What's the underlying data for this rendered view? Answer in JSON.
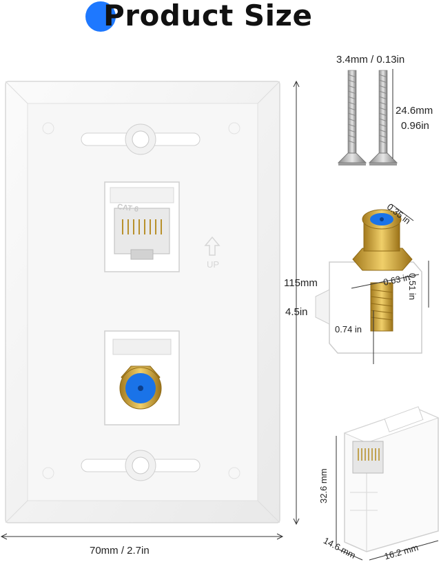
{
  "title": "Product Size",
  "colors": {
    "accent": "#1e78ff",
    "plate": "#f4f4f4",
    "gold": "#c9a13a",
    "coax_center": "#1a73e8"
  },
  "wall_plate": {
    "width_label": "70mm / 2.7in",
    "height_label_mm": "115mm",
    "height_label_in": "4.5in",
    "cat_label": "CAT 6",
    "up_label": "UP"
  },
  "screws": {
    "diameter_label": "3.4mm / 0.13in",
    "length_label_mm": "24.6mm",
    "length_label_in": "0.96in"
  },
  "coax_keystone": {
    "depth_label": "0.35 in",
    "width_label": "0.63 in",
    "height_label": "0.51 in",
    "length_label": "0.74 in"
  },
  "cat6_keystone": {
    "height_label": "32.6 mm",
    "depth_label": "14.6 mm",
    "width_label": "16.2 mm"
  }
}
